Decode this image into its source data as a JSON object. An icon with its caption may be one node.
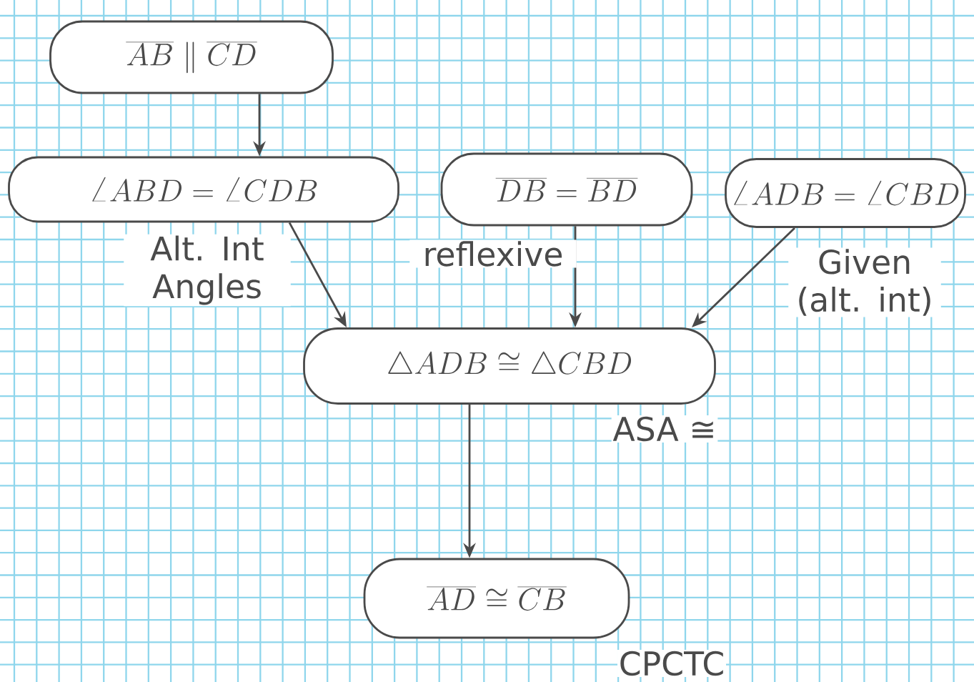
{
  "diagram": {
    "nodes": [
      {
        "text": [
          "\\overline{AB} \\parallel \\overline{CD}"
        ]
      },
      {
        "text": [
          "\\angle ABD = \\angle CDB"
        ]
      },
      {
        "text": [
          "\\overline{DB} = \\overline{BD}"
        ]
      },
      {
        "text": [
          "\\angle ADB = \\angle CBD"
        ]
      },
      {
        "text": [
          "\\triangle ADB \\cong \\triangle CBD"
        ],
        "beside": [
          "ASA ≅"
        ]
      },
      {
        "text": [
          "\\overline{AD} \\cong \\overline{CB}"
        ],
        "beside": [
          "CPCTC"
        ]
      }
    ],
    "edges": [
      {
        "from": 0,
        "to": 1,
        "arrow": "to"
      },
      {
        "from": 1,
        "to": 4,
        "arrow": "to",
        "label": "Alt. Int Angles"
      },
      {
        "from": 2,
        "to": 4,
        "arrow": "to",
        "label": "reflexive"
      },
      {
        "from": 3,
        "to": 4,
        "arrow": "to",
        "label": "Given (alt. int)"
      },
      {
        "from": 4,
        "to": 5,
        "arrow": "to"
      }
    ]
  }
}
